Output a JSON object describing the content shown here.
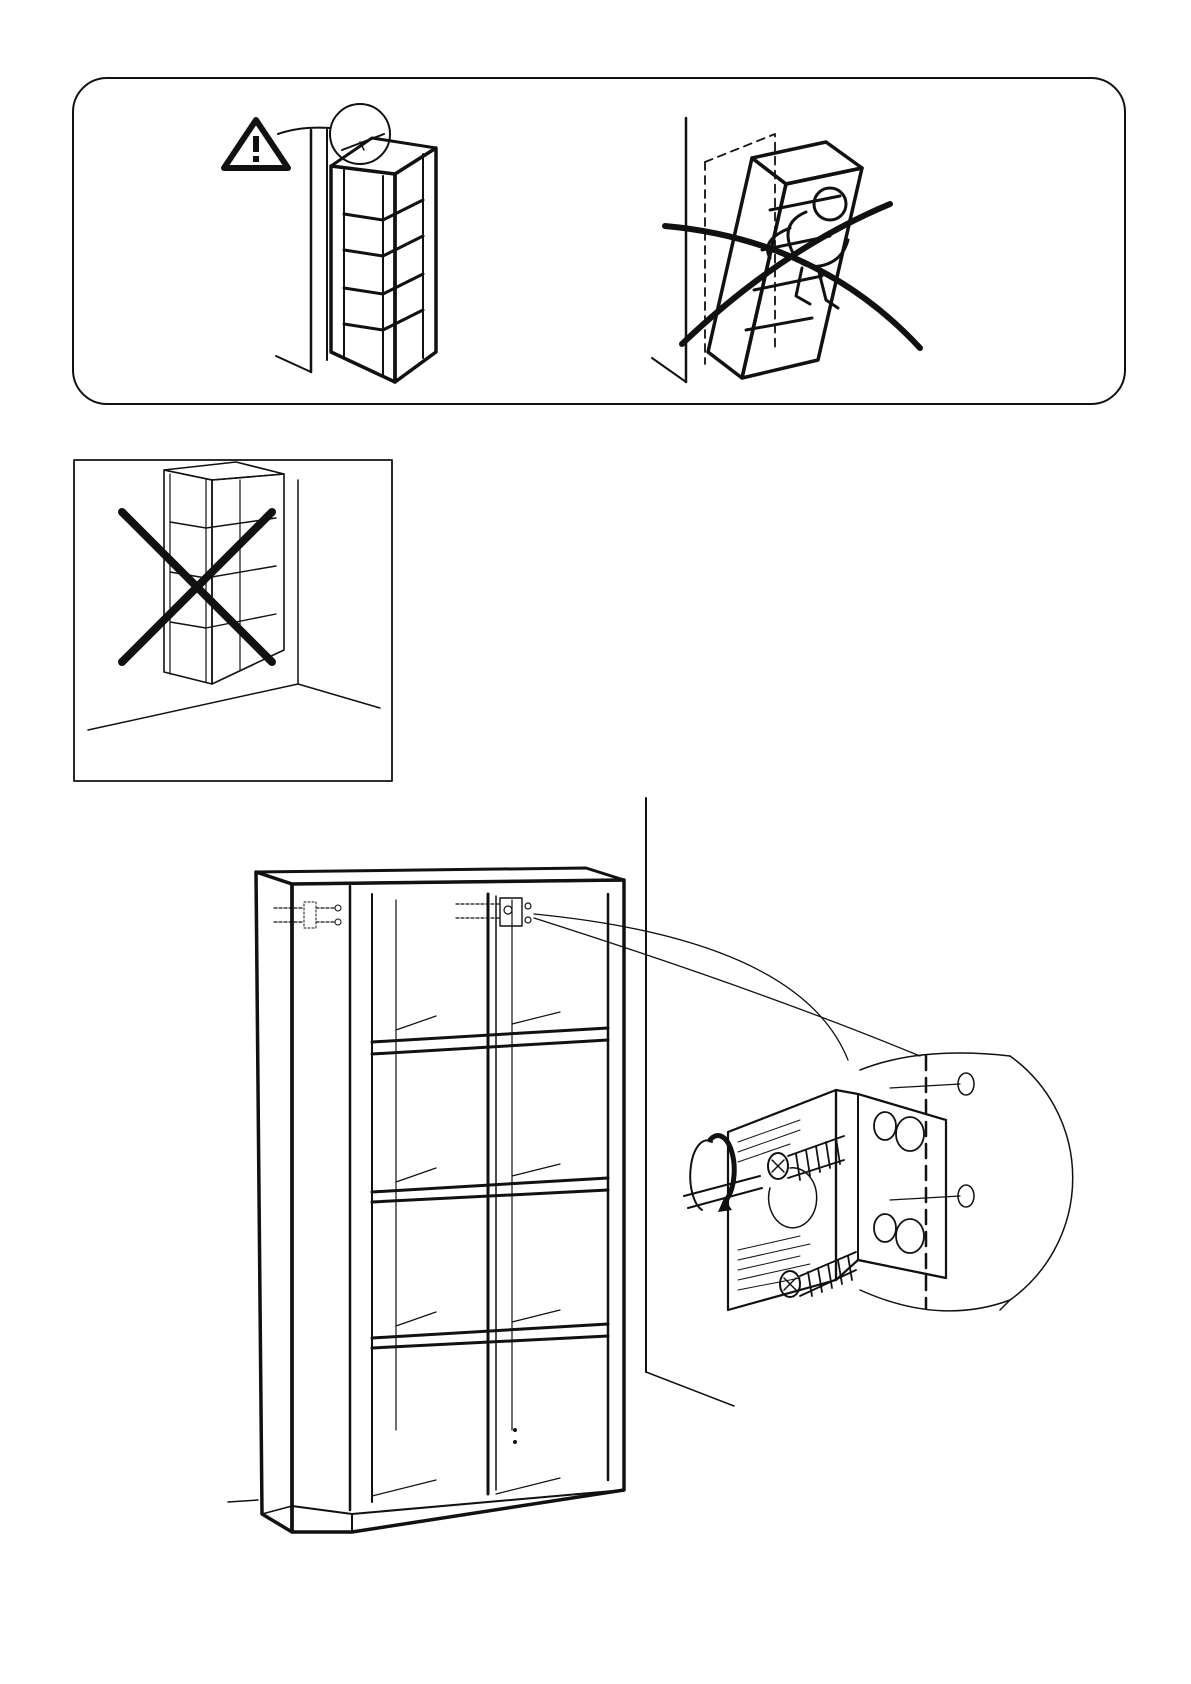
{
  "page": {
    "background": "#ffffff",
    "ink": "#111111"
  },
  "panels": [
    {
      "id": "warning-banner",
      "icon": "warning-triangle-icon",
      "meaning": "caution"
    },
    {
      "id": "no-wall-hanging",
      "icon": "cross-mark-icon",
      "meaning": "prohibited"
    },
    {
      "id": "wall-anchoring",
      "icon": "screw-icon",
      "meaning": "instruction"
    }
  ]
}
